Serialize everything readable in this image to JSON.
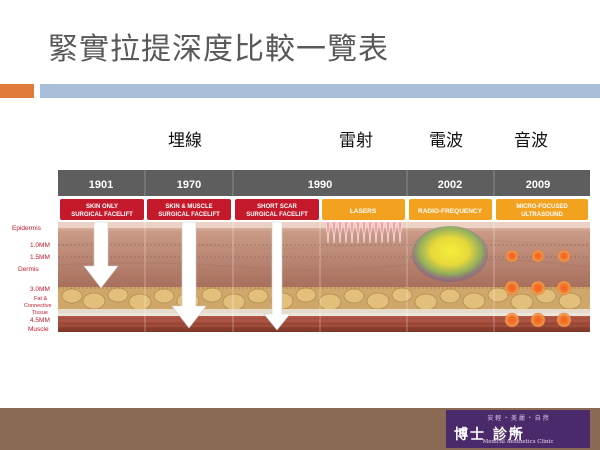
{
  "slide": {
    "title": "緊實拉提深度比較一覽表"
  },
  "headings": {
    "embed_threads": "埋線",
    "laser": "雷射",
    "radio_wave": "電波",
    "sound_wave": "音波"
  },
  "figure": {
    "years": [
      "1901",
      "1970",
      "1990",
      "2002",
      "2009"
    ],
    "procedures": [
      {
        "label_line1": "SKIN ONLY",
        "label_line2": "SURGICAL FACELIFT",
        "color": "#c4192b"
      },
      {
        "label_line1": "SKIN & MUSCLE",
        "label_line2": "SURGICAL FACELIFT",
        "color": "#c4192b"
      },
      {
        "label_line1": "SHORT SCAR",
        "label_line2": "SURGICAL FACELIFT",
        "color": "#c4192b"
      },
      {
        "label_line1": "LASERS",
        "label_line2": "",
        "color": "#f3a21f"
      },
      {
        "label_line1": "RADIO-FREQUENCY",
        "label_line2": "",
        "color": "#f3a21f"
      },
      {
        "label_line1": "MICRO-FOCUSED",
        "label_line2": "ULTRASOUND",
        "color": "#f3a21f"
      }
    ],
    "layers": {
      "epidermis": "Epidermis",
      "d1": "1.0MM",
      "d2": "1.5MM",
      "dermis": "Dermis",
      "d3": "3.0MM",
      "fat1": "Fat &",
      "fat2": "Connective",
      "fat3": "Tissue",
      "d4": "4.5MM",
      "muscle": "Muscle"
    },
    "colors": {
      "header_bg": "#5e5e5e",
      "label_text": "#c4192b",
      "skin": "#c79883",
      "fat": "#d9b26a",
      "muscle": "#9c4a3a"
    }
  },
  "footer": {
    "logo_top": "安 輕 ・ 美 麗 ・ 自 然",
    "logo_main": "博士 診所",
    "logo_sub": "Medical Aesthetics Clinic"
  }
}
